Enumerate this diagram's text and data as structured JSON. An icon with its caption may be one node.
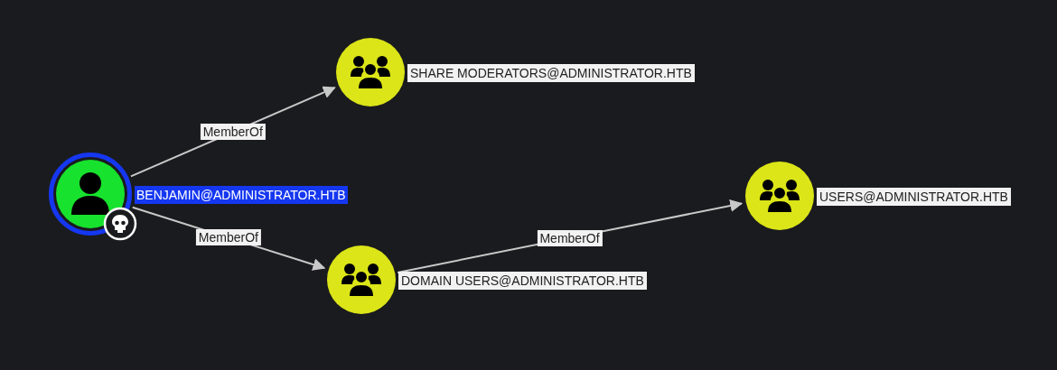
{
  "diagram": {
    "nodes": [
      {
        "text": [
          "BENJAMIN@ADMINISTRATOR.HTB"
        ]
      },
      {
        "text": [
          "SHARE MODERATORS@ADMINISTRATOR.HTB"
        ]
      },
      {
        "text": [
          "DOMAIN USERS@ADMINISTRATOR.HTB"
        ]
      },
      {
        "text": [
          "USERS@ADMINISTRATOR.HTB"
        ]
      }
    ],
    "edges": [
      {
        "from": 0,
        "to": 1,
        "arrow": "to",
        "label": "MemberOf"
      },
      {
        "from": 0,
        "to": 2,
        "arrow": "to",
        "label": "MemberOf"
      },
      {
        "from": 2,
        "to": 3,
        "arrow": "to",
        "label": "MemberOf"
      }
    ]
  }
}
